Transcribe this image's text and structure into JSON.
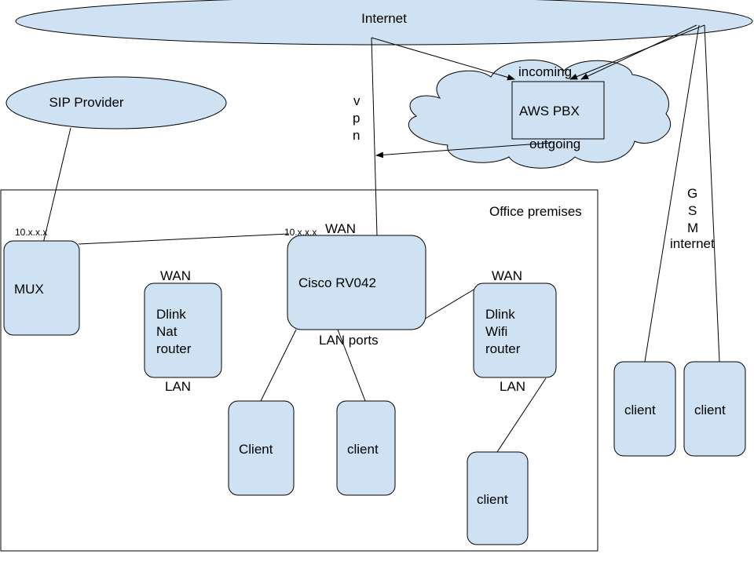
{
  "nodes": {
    "internet": "Internet",
    "sip_provider": "SIP Provider",
    "aws_pbx": "AWS PBX",
    "mux": "MUX",
    "cisco": "Cisco RV042",
    "dlink_nat": [
      "Dlink",
      "Nat",
      "router"
    ],
    "dlink_wifi": [
      "Dlink",
      "Wifi",
      "router"
    ],
    "client_cisco_1": "Client",
    "client_cisco_2": "client",
    "client_wifi": "client",
    "client_gsm_1": "client",
    "client_gsm_2": "client"
  },
  "labels": {
    "office": "Office premises",
    "incoming": "incoming",
    "outgoing": "outgoing",
    "vpn": [
      "v",
      "p",
      "n"
    ],
    "gsm": [
      "G",
      "S",
      "M",
      "internet"
    ],
    "ip_mux": "10.x.x.x",
    "ip_cisco": "10.x.x.x",
    "wan_cisco": "WAN",
    "wan_nat": "WAN",
    "wan_wifi": "WAN",
    "lan_ports": "LAN ports",
    "lan_nat": "LAN",
    "lan_wifi": "LAN"
  }
}
